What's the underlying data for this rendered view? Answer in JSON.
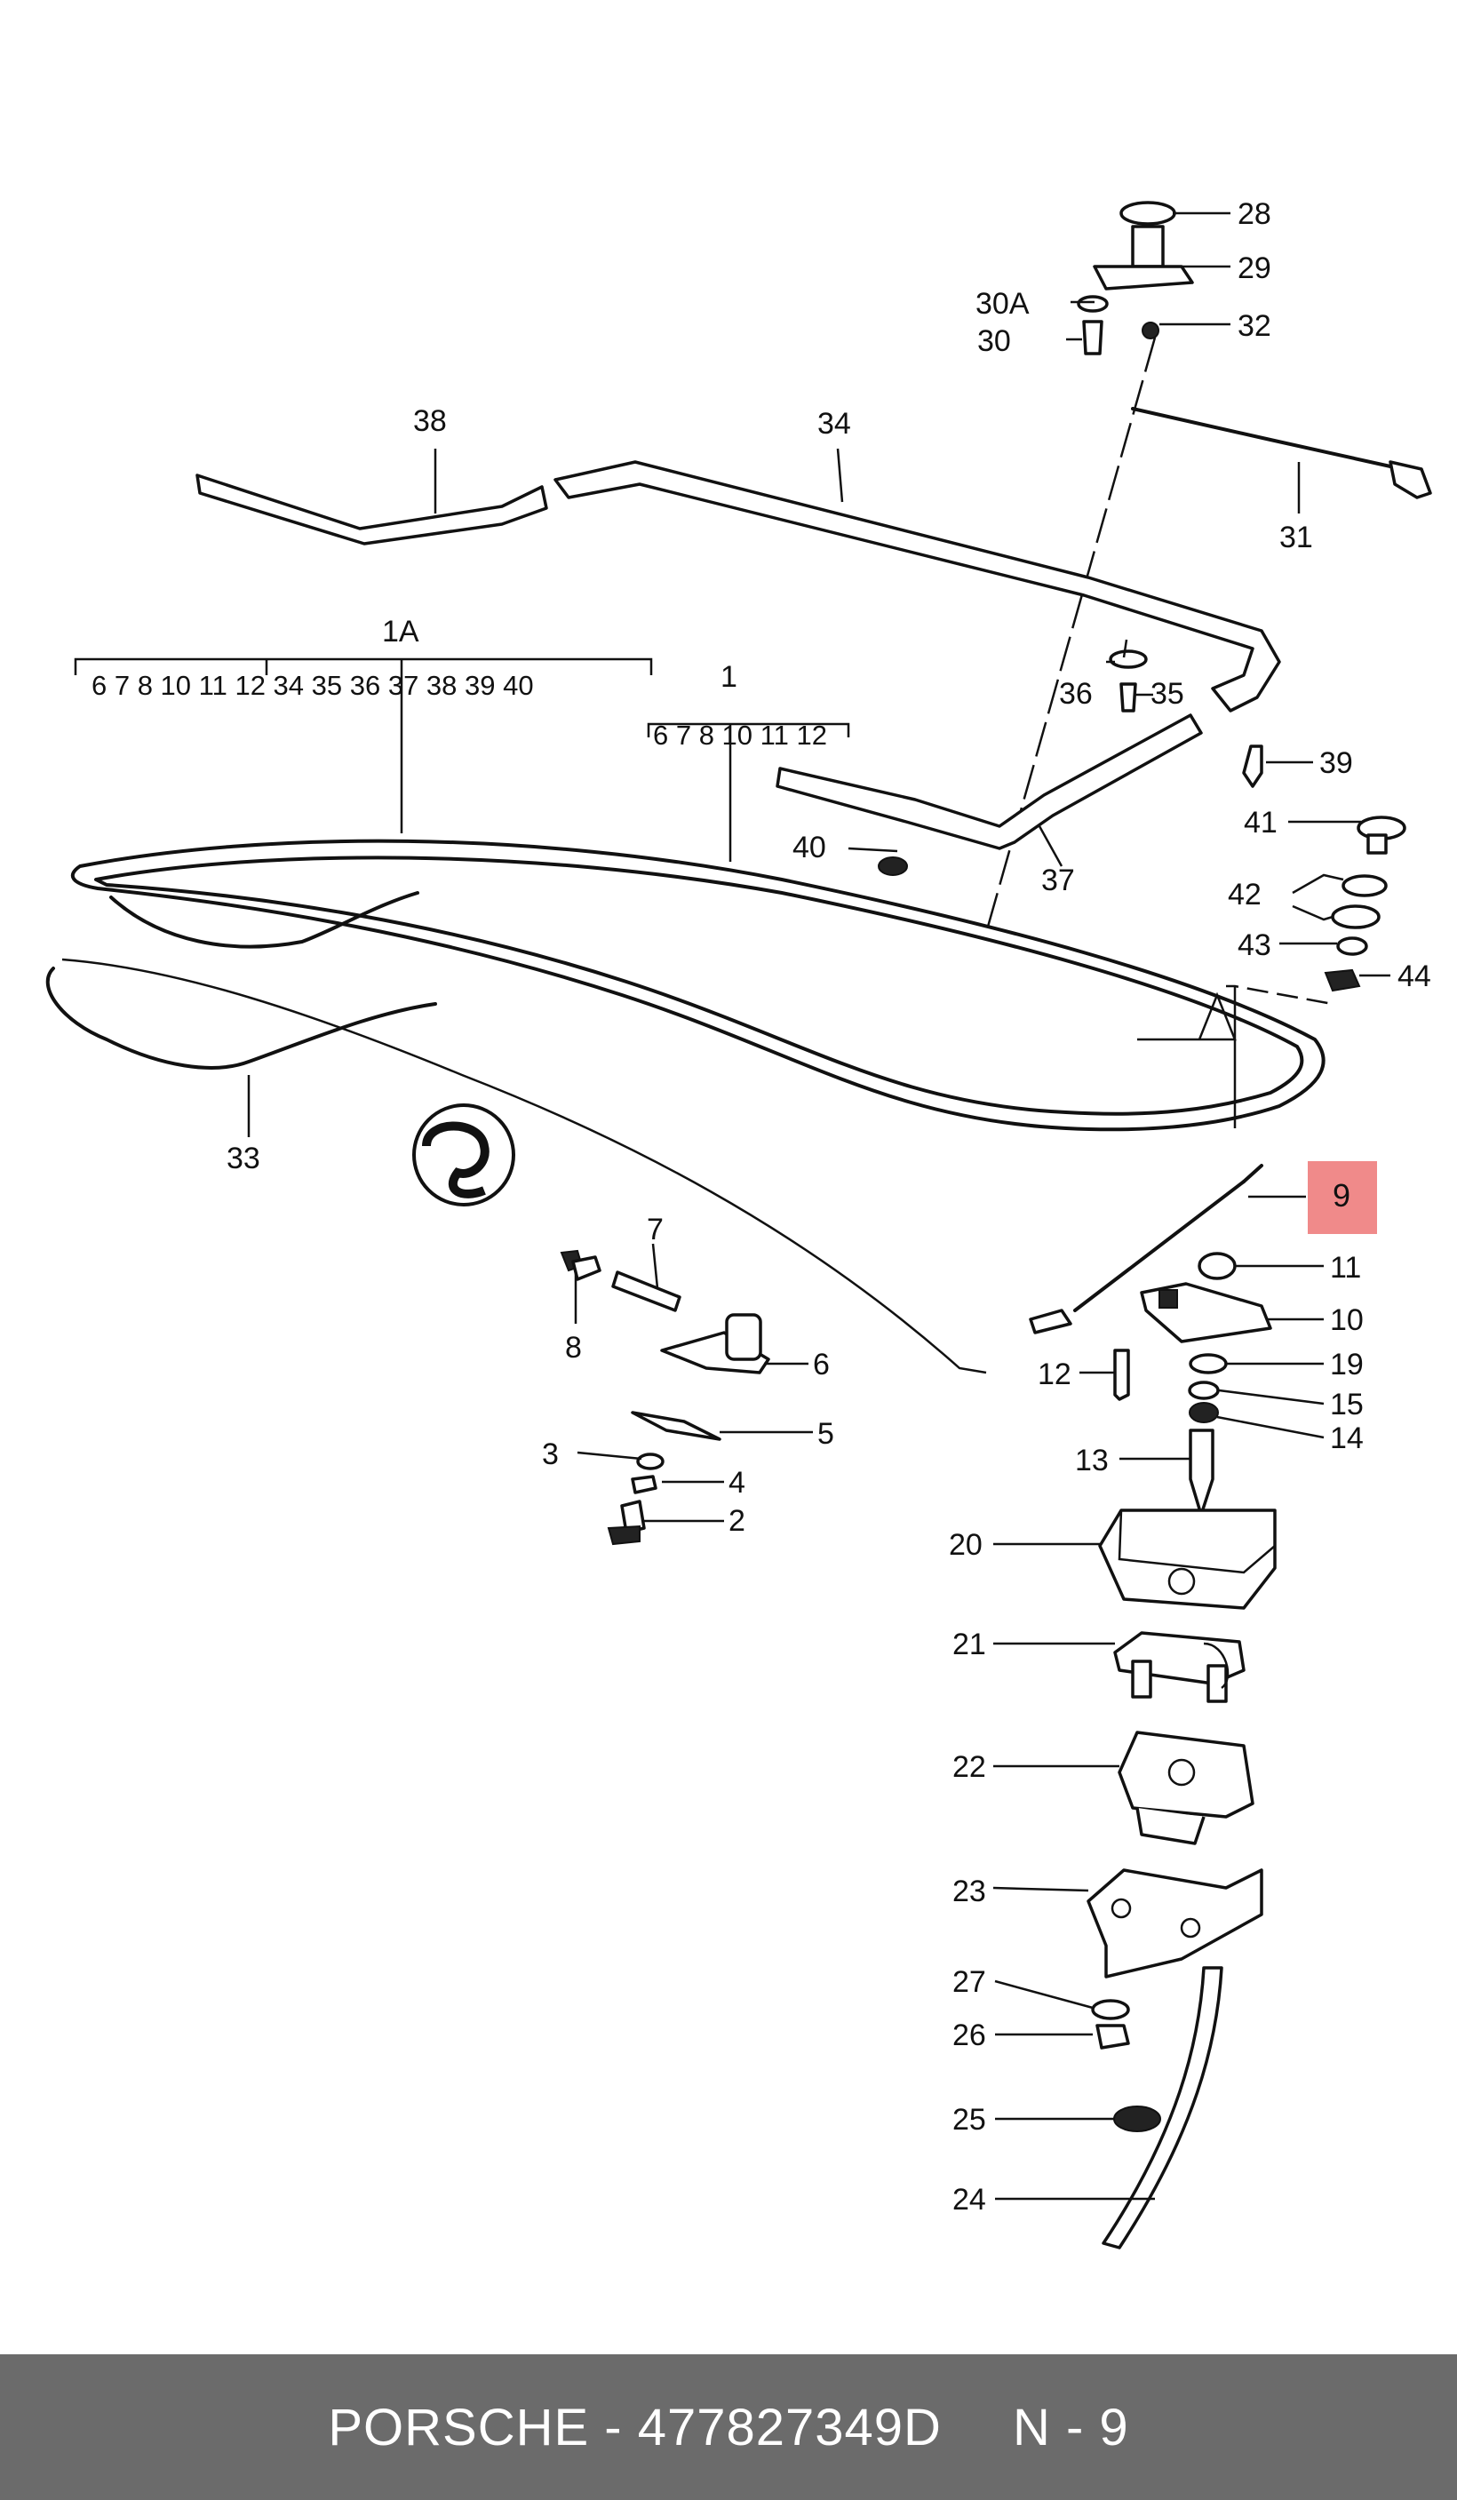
{
  "diagram": {
    "labels": {
      "l1A": "1A",
      "l1A_range": "6 7 8 10 11 12 34 35 36 37 38 39 40",
      "l1": "1",
      "l1_range": "6 7 8 10 11 12",
      "l2": "2",
      "l3": "3",
      "l4": "4",
      "l5": "5",
      "l6": "6",
      "l7": "7",
      "l8": "8",
      "l9": "9",
      "l10": "10",
      "l11": "11",
      "l12": "12",
      "l13": "13",
      "l14": "14",
      "l15": "15",
      "l19": "19",
      "l20": "20",
      "l21": "21",
      "l22": "22",
      "l23": "23",
      "l24": "24",
      "l25": "25",
      "l26": "26",
      "l27": "27",
      "l28": "28",
      "l29": "29",
      "l30": "30",
      "l30A": "30A",
      "l31": "31",
      "l32": "32",
      "l33": "33",
      "l34": "34",
      "l35": "35",
      "l36": "36",
      "l37": "37",
      "l38": "38",
      "l39": "39",
      "l40": "40",
      "l41": "41",
      "l42": "42",
      "l43": "43",
      "l44": "44"
    },
    "highlight_color": "#f08a8a"
  },
  "footer": {
    "brand_part": "PORSCHE - 477827349D",
    "page": "N - 9"
  }
}
